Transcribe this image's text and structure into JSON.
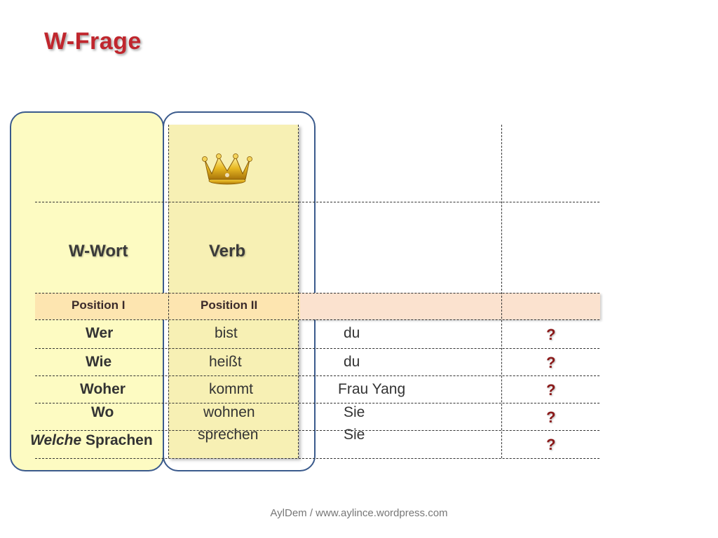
{
  "title": "W-Frage",
  "headers": {
    "col1": "W-Wort",
    "col2": "Verb"
  },
  "positions": {
    "pos1": "Position I",
    "pos2": "Position II"
  },
  "rows": [
    {
      "wword_em": "",
      "wword": "Wer",
      "verb": "bist",
      "subject": "du",
      "mark": "?"
    },
    {
      "wword_em": "",
      "wword": "Wie",
      "verb": "heißt",
      "subject": "du",
      "mark": "?"
    },
    {
      "wword_em": "",
      "wword": "Woher",
      "verb": "kommt",
      "subject": "Frau Yang",
      "mark": "?"
    },
    {
      "wword_em": "",
      "wword": "Wo",
      "verb": "wohnen",
      "subject": "Sie",
      "mark": "?"
    },
    {
      "wword_em": "Welche",
      "wword": " Sprachen",
      "verb": "sprechen",
      "subject": "Sie",
      "mark": "?"
    }
  ],
  "footer": "AylDem / www.aylince.wordpress.com",
  "icons": {
    "crown": "crown-icon"
  },
  "colors": {
    "title": "#c0262d",
    "box_border": "#3a5a8c",
    "col_fill": "#fdfbc2",
    "question": "#8b1a1a"
  }
}
